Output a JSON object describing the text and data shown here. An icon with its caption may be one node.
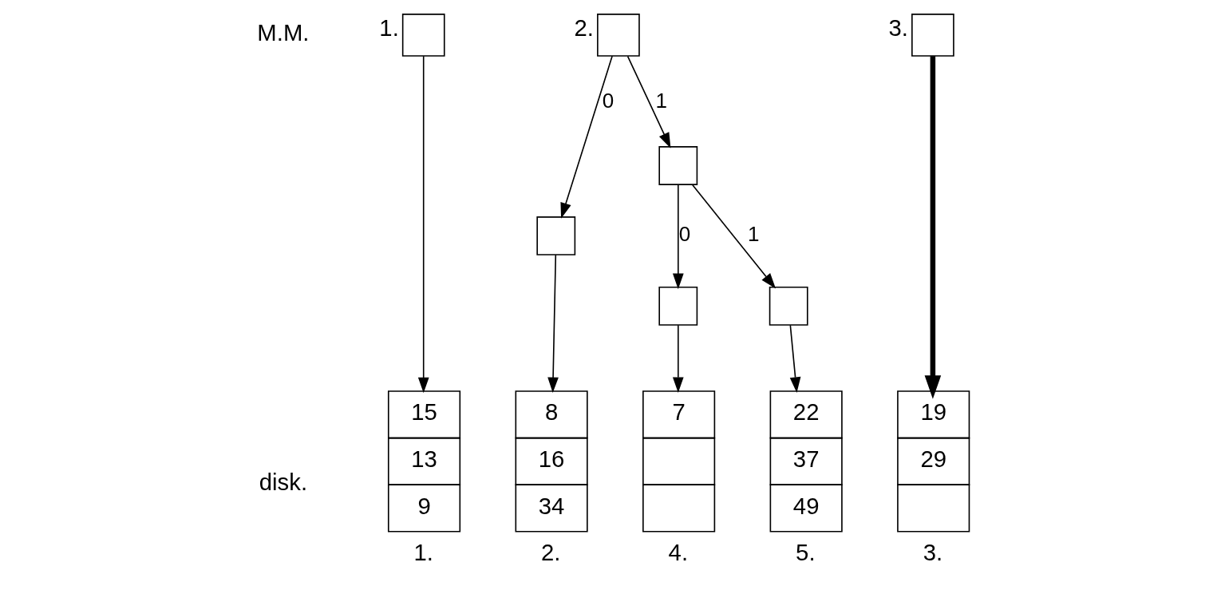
{
  "diagram": {
    "nodes": [
      {
        "text": [
          "1."
        ]
      },
      {
        "text": [
          "2."
        ]
      },
      {
        "text": [
          "3."
        ]
      },
      {
        "text": [],
        "shape": "box"
      },
      {
        "text": [],
        "shape": "box"
      },
      {
        "text": [],
        "shape": "box"
      },
      {
        "text": [],
        "shape": "box"
      },
      {
        "text": [
          "15",
          "13",
          "9"
        ],
        "beside": [
          "1."
        ]
      },
      {
        "text": [
          "8",
          "16",
          "34"
        ],
        "beside": [
          "2."
        ]
      },
      {
        "text": [
          "7"
        ],
        "beside": [
          "4."
        ]
      },
      {
        "text": [
          "22",
          "37",
          "49"
        ],
        "beside": [
          "5."
        ]
      },
      {
        "text": [
          "19",
          "29"
        ],
        "beside": [
          "3."
        ]
      }
    ],
    "edges": [
      {
        "from": 1,
        "to": 3,
        "arrow": "to",
        "label": "0"
      },
      {
        "from": 1,
        "to": 4,
        "arrow": "to",
        "label": "1"
      },
      {
        "from": 4,
        "to": 5,
        "arrow": "to",
        "label": "0"
      },
      {
        "from": 4,
        "to": 6,
        "arrow": "to",
        "label": "1"
      },
      {
        "from": 0,
        "to": 7,
        "arrow": "to"
      },
      {
        "from": 3,
        "to": 8,
        "arrow": "to"
      },
      {
        "from": 5,
        "to": 9,
        "arrow": "to"
      },
      {
        "from": 6,
        "to": 10,
        "arrow": "to"
      },
      {
        "from": 2,
        "to": 11,
        "arrow": "to",
        "style": "thick"
      }
    ],
    "labels": [
      "M.M.",
      "disk."
    ]
  }
}
